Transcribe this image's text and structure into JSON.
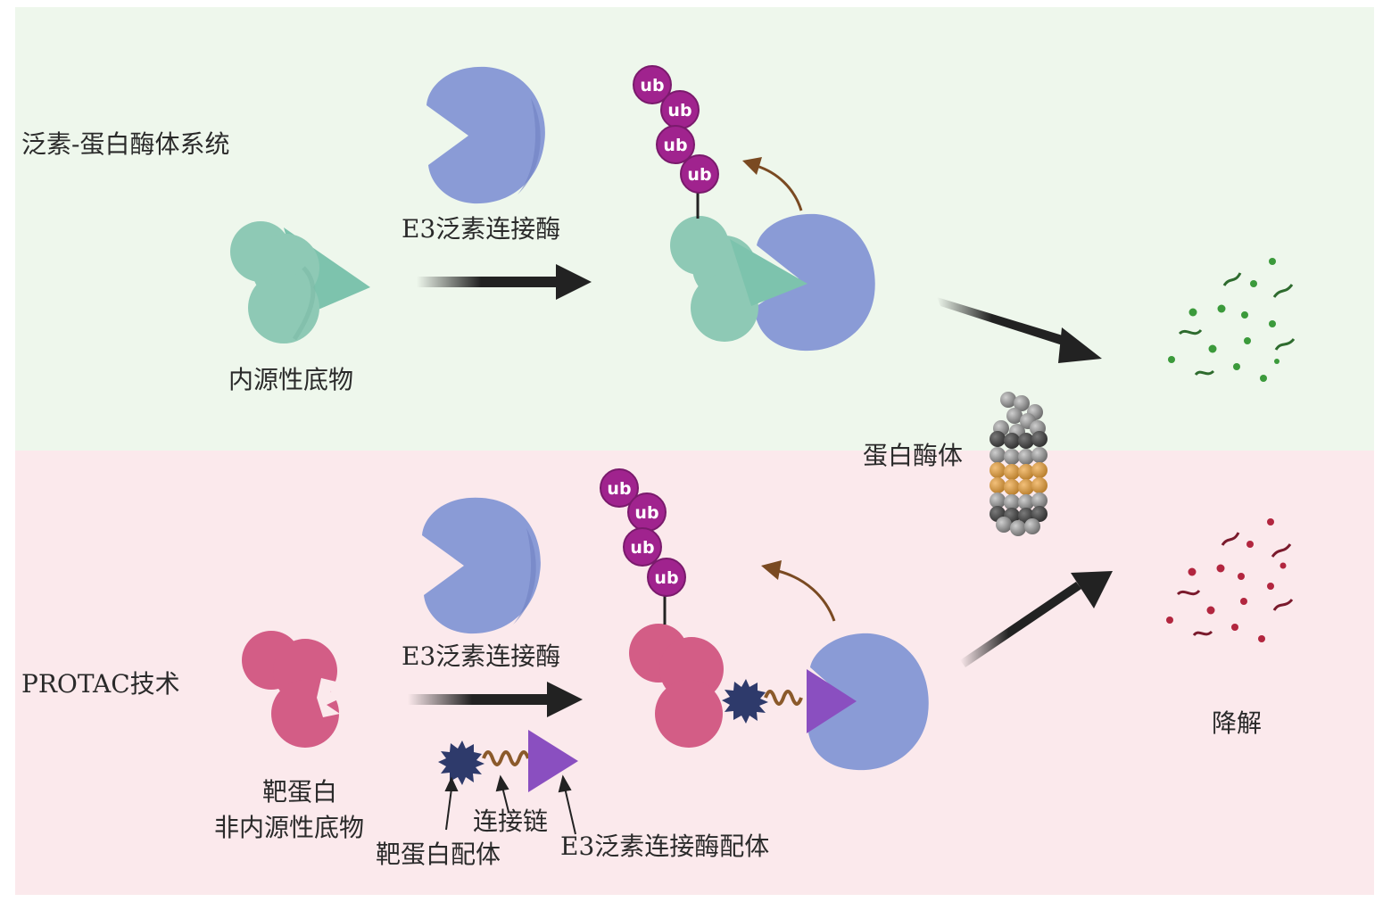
{
  "sections": {
    "ups_title": "泛素-蛋白酶体系统",
    "protac_title": "PROTAC技术"
  },
  "labels": {
    "endogenous_substrate": "内源性底物",
    "e3_ligase_top": "E3泛素连接酶",
    "e3_ligase_bottom": "E3泛素连接酶",
    "proteasome": "蛋白酶体",
    "degradation": "降解",
    "target_protein_line1": "靶蛋白",
    "target_protein_line2": "非内源性底物",
    "target_ligand": "靶蛋白配体",
    "linker": "连接链",
    "e3_ligand": "E3泛素连接酶配体"
  },
  "ubiquitin": {
    "tag": "ub",
    "top_chain": [
      "ub",
      "ub",
      "ub",
      "ub"
    ],
    "bottom_chain": [
      "ub",
      "ub",
      "ub",
      "ub"
    ]
  },
  "colors": {
    "top_bg": "#eef7ec",
    "bottom_bg": "#fbe9ec",
    "e3_ligase": "#8a9bd6",
    "substrate": "#8ec9b5",
    "target_protein": "#d35d86",
    "ubiquitin": "#a0238e",
    "ligand_star": "#2e3a6b",
    "linker": "#8b5a2b",
    "e3_ligand": "#8a4fc0",
    "fragments_top": "#3b9a3b",
    "fragments_bottom": "#b2263f",
    "arrow": "#222222"
  }
}
